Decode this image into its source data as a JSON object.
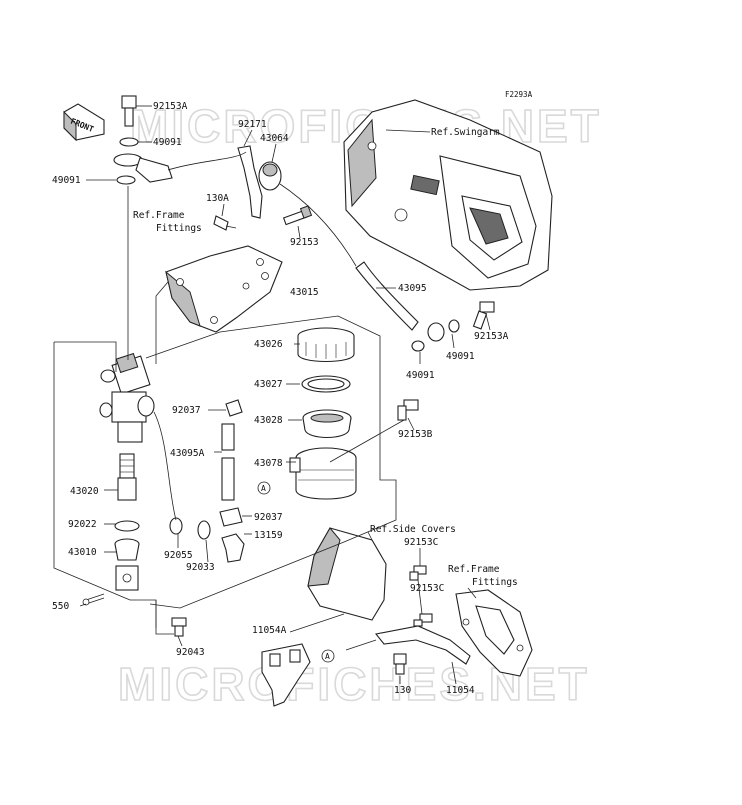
{
  "diagram": {
    "code": "F2293A",
    "watermark": "MICROFICHES.NET",
    "front_label": "FRONT",
    "marker": "A",
    "labels": {
      "p92153A_top": "92153A",
      "p49091_top": "49091",
      "p49091_left": "49091",
      "p92171": "92171",
      "p43064": "43064",
      "ref_swingarm": "Ref.Swingarm",
      "p130A": "130A",
      "ref_frame_fittings_1a": "Ref.Frame",
      "ref_frame_fittings_1b": "Fittings",
      "p92153": "92153",
      "p43095": "43095",
      "p43015": "43015",
      "p92153A_right": "92153A",
      "p49091_mid": "49091",
      "p49091_low": "49091",
      "p43026": "43026",
      "p43027": "43027",
      "p92037_top": "92037",
      "p43028": "43028",
      "p92153B": "92153B",
      "p43095A": "43095A",
      "p43078": "43078",
      "p43020": "43020",
      "p92037_low": "92037",
      "ref_side_covers": "Ref.Side Covers",
      "p92022": "92022",
      "p13159": "13159",
      "p92153C_top": "92153C",
      "p92055": "92055",
      "p92033": "92033",
      "p43010": "43010",
      "ref_frame_fittings_2a": "Ref.Frame",
      "ref_frame_fittings_2b": "Fittings",
      "p92153C_mid": "92153C",
      "p550": "550",
      "p11054A": "11054A",
      "p92043": "92043",
      "p130": "130",
      "p11054": "11054"
    }
  }
}
